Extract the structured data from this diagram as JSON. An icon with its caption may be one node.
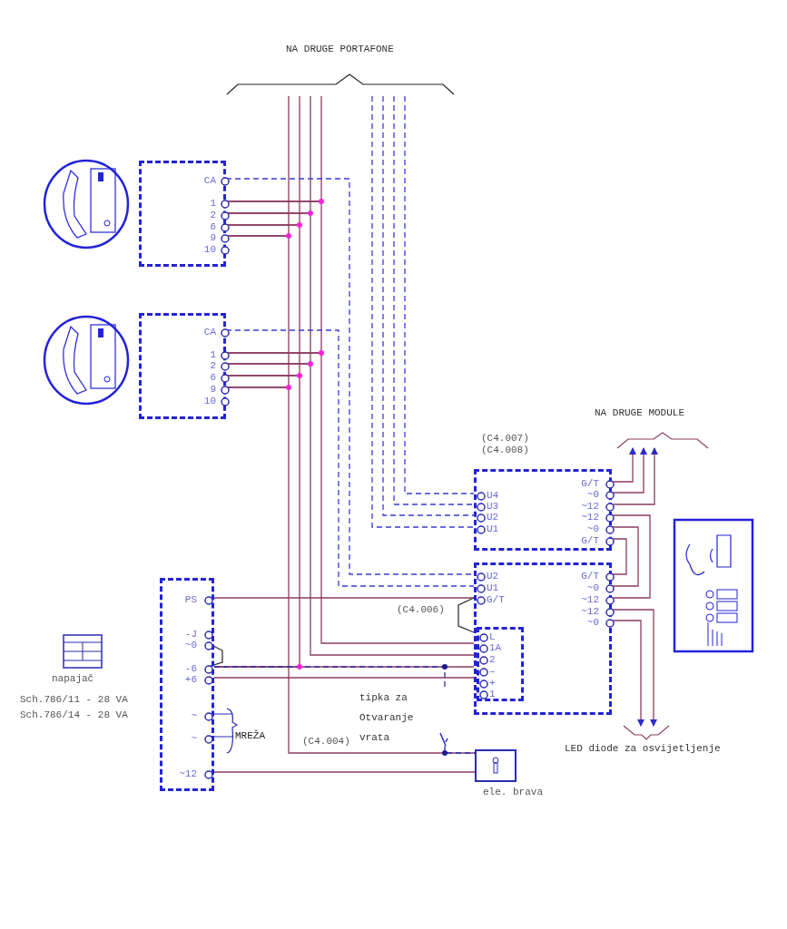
{
  "diagram": {
    "nodes": [
      {
        "text": [
          "NA DRUGE PORTAFONE"
        ]
      },
      {
        "text": [
          "CA",
          "1",
          "2",
          "6",
          "9",
          "10"
        ]
      },
      {
        "text": [
          "CA",
          "1",
          "2",
          "6",
          "9",
          "10"
        ]
      },
      {
        "text": [
          "NA DRUGE MODULE"
        ]
      },
      {
        "text": [
          "U4",
          "U3",
          "U2",
          "U1",
          "G/T",
          "~0",
          "~12",
          "~12",
          "~0",
          "G/T"
        ],
        "beside": [
          "(C4.007)",
          "(C4.008)"
        ]
      },
      {
        "text": [
          "U2",
          "U1",
          "G/T",
          "G/T",
          "~0",
          "~12",
          "~12",
          "~0"
        ]
      },
      {
        "text": [
          "L",
          "1A",
          "2",
          "–",
          "+",
          "1"
        ],
        "in": 5
      },
      {
        "text": [
          "PS",
          "-J",
          "~0",
          "-6",
          "+6",
          "~",
          "~",
          "~12"
        ]
      },
      {
        "text": [],
        "shape": "box",
        "beside": [
          "ele. brava"
        ]
      },
      {
        "text": [
          "LED diode za osvijetljenje"
        ]
      },
      {
        "text": [
          "tipka za Otvaranje vrata"
        ]
      }
    ],
    "edges": [
      {
        "from": 1,
        "to": 0,
        "arrow": "none"
      },
      {
        "from": 1,
        "to": 0,
        "arrow": "none"
      },
      {
        "from": 1,
        "to": 0,
        "arrow": "none"
      },
      {
        "from": 1,
        "to": 0,
        "arrow": "none"
      },
      {
        "from": 2,
        "to": 1,
        "arrow": "none"
      },
      {
        "from": 2,
        "to": 1,
        "arrow": "none"
      },
      {
        "from": 2,
        "to": 1,
        "arrow": "none"
      },
      {
        "from": 2,
        "to": 1,
        "arrow": "none"
      },
      {
        "from": 2,
        "to": 6,
        "arrow": "none"
      },
      {
        "from": 2,
        "to": 6,
        "arrow": "none"
      },
      {
        "from": 2,
        "to": 7,
        "arrow": "none"
      },
      {
        "from": 2,
        "to": 8,
        "arrow": "none",
        "label": "(C4.004)"
      },
      {
        "from": 1,
        "to": 5,
        "arrow": "none",
        "style": "dashed",
        "color": "#3b3bd6"
      },
      {
        "from": 2,
        "to": 5,
        "arrow": "none",
        "style": "dashed",
        "color": "#3b3bd6"
      },
      {
        "from": 0,
        "to": 4,
        "arrow": "none",
        "style": "dashed",
        "color": "#3b3bd6"
      },
      {
        "from": 0,
        "to": 4,
        "arrow": "none",
        "style": "dashed",
        "color": "#3b3bd6"
      },
      {
        "from": 0,
        "to": 4,
        "arrow": "none",
        "style": "dashed",
        "color": "#3b3bd6"
      },
      {
        "from": 0,
        "to": 4,
        "arrow": "none",
        "style": "dashed",
        "color": "#3b3bd6"
      },
      {
        "from": 4,
        "to": 3,
        "arrow": "to"
      },
      {
        "from": 4,
        "to": 3,
        "arrow": "to"
      },
      {
        "from": 4,
        "to": 3,
        "arrow": "to"
      },
      {
        "from": 4,
        "to": 5,
        "arrow": "none"
      },
      {
        "from": 4,
        "to": 5,
        "arrow": "none"
      },
      {
        "from": 4,
        "to": 5,
        "arrow": "none"
      },
      {
        "from": 5,
        "to": 9,
        "arrow": "to"
      },
      {
        "from": 5,
        "to": 9,
        "arrow": "to"
      },
      {
        "from": 7,
        "to": 5,
        "arrow": "none"
      },
      {
        "from": 7,
        "to": 6,
        "arrow": "none"
      },
      {
        "from": 7,
        "to": 6,
        "arrow": "none"
      },
      {
        "from": 7,
        "to": 8,
        "arrow": "none"
      },
      {
        "from": 5,
        "to": 6,
        "arrow": "none",
        "label": "(C4.006)",
        "color": "#333333"
      },
      {
        "from": 7,
        "to": 10,
        "arrow": "none",
        "style": "dashed",
        "color": "#2b2bb0"
      },
      {
        "from": 10,
        "to": 8,
        "arrow": "none",
        "style": "dashed",
        "color": "#2b2bb0"
      }
    ],
    "labels": [
      "napajač",
      "Sch.786/11 - 28 VA",
      "Sch.786/14 - 28 VA",
      "MREŽA"
    ]
  }
}
